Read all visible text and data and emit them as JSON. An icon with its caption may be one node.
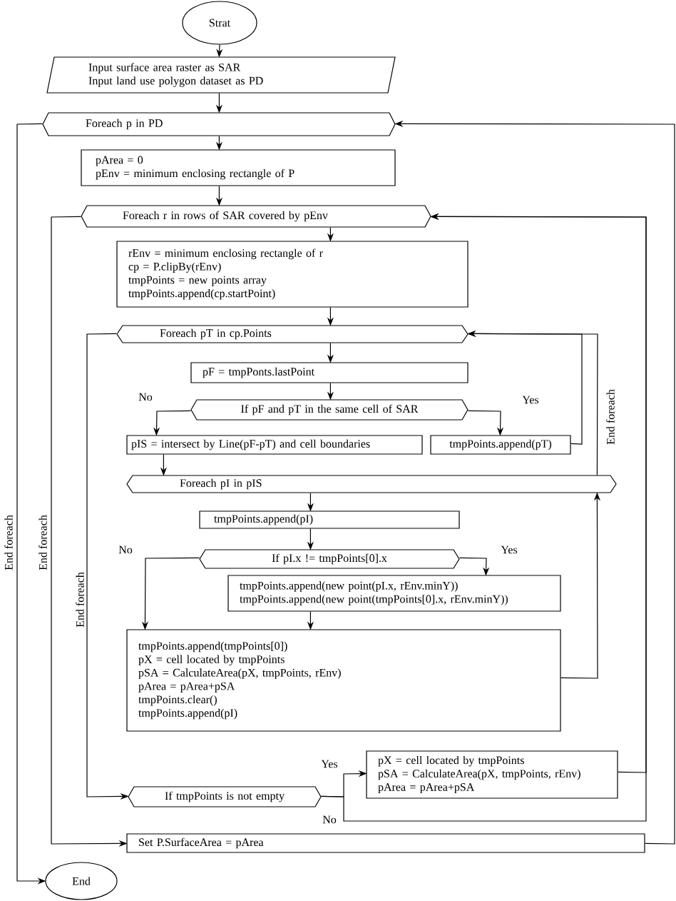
{
  "diagram": {
    "nodes": [
      {
        "text": [
          "Strat"
        ]
      },
      {
        "text": [
          "Input  surface area raster as SAR",
          "Input  land use polygon dataset as PD"
        ]
      },
      {
        "text": [
          "Foreach p in PD"
        ]
      },
      {
        "text": [
          "pArea = 0",
          "pEnv  = minimum enclosing rectangle of P"
        ]
      },
      {
        "text": [
          "Foreach r in rows of SAR  covered by pEnv"
        ]
      },
      {
        "text": [
          "rEnv = minimum  enclosing rectangle of r",
          "cp = P.clipBy(rEnv)",
          "tmpPoints = new points array",
          "tmpPoints.append(cp.startPoint)"
        ]
      },
      {
        "text": [
          "Foreach pT in cp.Points"
        ]
      },
      {
        "text": [
          "pF = tmpPonts.lastPoint"
        ]
      },
      {
        "text": [
          "If pF and pT  in the same cell of SAR"
        ]
      },
      {
        "text": [
          "pIS = intersect by Line(pF-pT) and cell boundaries"
        ]
      },
      {
        "text": [
          "tmpPoints.append(pT)"
        ]
      },
      {
        "text": [
          "Foreach pI in pIS"
        ]
      },
      {
        "text": [
          "tmpPoints.append(pI)"
        ]
      },
      {
        "text": [
          "If pI.x  != tmpPoints[0].x"
        ]
      },
      {
        "text": [
          "tmpPoints.append(new point(pI.x, rEnv.minY))",
          "tmpPoints.append(new point(tmpPoints[0].x, rEnv.minY))"
        ]
      },
      {
        "text": [
          "tmpPoints.append(tmpPoints[0])",
          "pX = cell located by tmpPoints",
          "pSA  = CalculateArea(pX, tmpPoints, rEnv)",
          "pArea = pArea+pSA",
          "tmpPoints.clear()",
          "tmpPoints.append(pI)"
        ]
      },
      {
        "text": [
          "If tmpPoints is not empty"
        ]
      },
      {
        "text": [
          "pX = cell located by tmpPoints",
          "pSA = CalculateArea(pX, tmpPoints, rEnv)",
          "pArea = pArea+pSA"
        ]
      },
      {
        "text": [
          "Set P.SurfaceArea = pArea"
        ]
      },
      {
        "text": [
          "End"
        ]
      }
    ],
    "edges": [
      {
        "from": 0,
        "to": 1,
        "arrow": "to"
      },
      {
        "from": 1,
        "to": 2,
        "arrow": "to"
      },
      {
        "from": 2,
        "to": 3,
        "arrow": "to"
      },
      {
        "from": 3,
        "to": 4,
        "arrow": "to"
      },
      {
        "from": 4,
        "to": 5,
        "arrow": "to"
      },
      {
        "from": 5,
        "to": 6,
        "arrow": "to"
      },
      {
        "from": 6,
        "to": 7,
        "arrow": "to"
      },
      {
        "from": 7,
        "to": 8,
        "arrow": "to"
      },
      {
        "from": 8,
        "to": 9,
        "arrow": "to",
        "label": "No"
      },
      {
        "from": 8,
        "to": 10,
        "arrow": "to",
        "label": "Yes"
      },
      {
        "from": 10,
        "to": 6,
        "arrow": "to"
      },
      {
        "from": 11,
        "to": 6,
        "arrow": "to",
        "label": "End foreach"
      },
      {
        "from": 9,
        "to": 11,
        "arrow": "to"
      },
      {
        "from": 11,
        "to": 12,
        "arrow": "to"
      },
      {
        "from": 12,
        "to": 13,
        "arrow": "to"
      },
      {
        "from": 13,
        "to": 14,
        "arrow": "to",
        "label": "Yes"
      },
      {
        "from": 13,
        "to": 15,
        "arrow": "to",
        "label": "No"
      },
      {
        "from": 14,
        "to": 15,
        "arrow": "to"
      },
      {
        "from": 15,
        "to": 11,
        "arrow": "to"
      },
      {
        "from": 6,
        "to": 16,
        "arrow": "to",
        "label": "End foreach"
      },
      {
        "from": 16,
        "to": 17,
        "arrow": "to",
        "label": "Yes"
      },
      {
        "from": 16,
        "to": 4,
        "arrow": "to",
        "label": "No"
      },
      {
        "from": 17,
        "to": 4,
        "arrow": "to"
      },
      {
        "from": 4,
        "to": 18,
        "arrow": "to",
        "label": "End foreach"
      },
      {
        "from": 18,
        "to": 2,
        "arrow": "to"
      },
      {
        "from": 2,
        "to": 19,
        "arrow": "to",
        "label": "End foreach"
      }
    ]
  }
}
